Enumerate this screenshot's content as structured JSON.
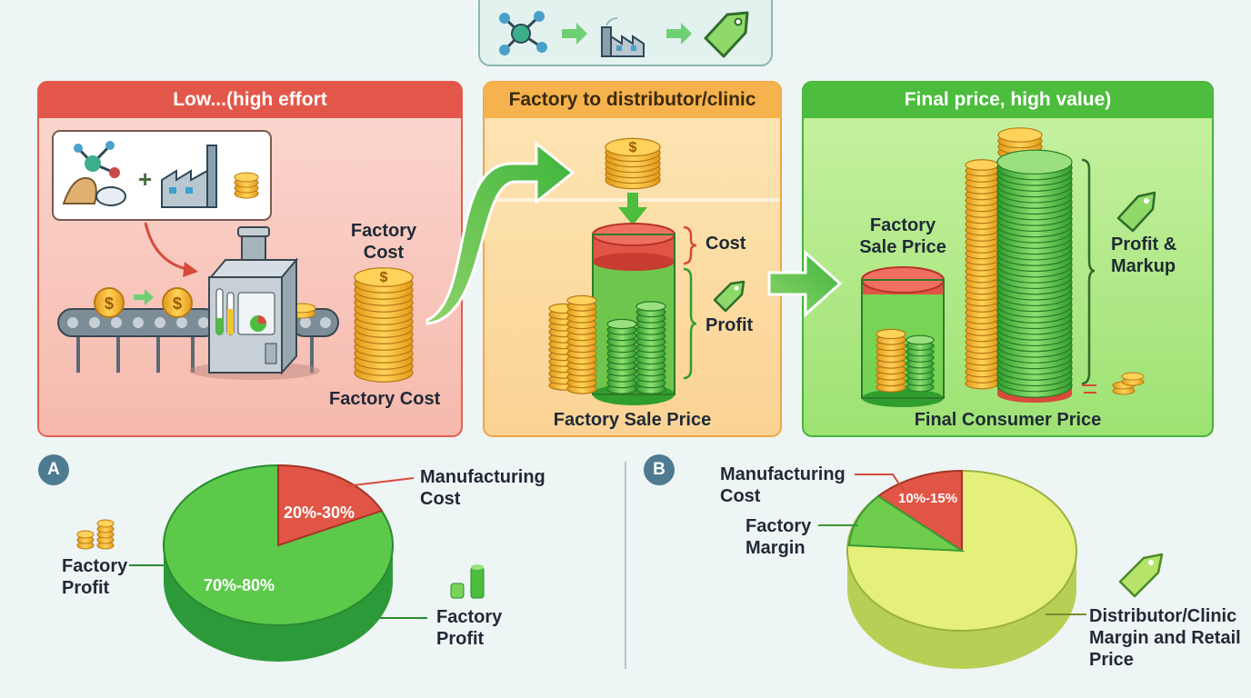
{
  "colors": {
    "red": "#e05545",
    "orange": "#f4b04a",
    "green": "#4cbd3c",
    "pale_yellow": "#eef58a",
    "text": "#1f2a36"
  },
  "panel1": {
    "title": "Low...(high effort",
    "label_top": "Factory Cost",
    "label_bottom": "Factory Cost",
    "coin_symbol": "$"
  },
  "panel2": {
    "title": "Factory to distributor/clinic",
    "label_cost": "Cost",
    "label_profit": "Profit",
    "label_bottom": "Factory Sale Price",
    "coin_symbol": "$"
  },
  "panel3": {
    "title": "Final price, high value)",
    "label_sale": "Factory Sale Price",
    "label_profit": "Profit & Markup",
    "label_bottom": "Final Consumer Price"
  },
  "pieA": {
    "badge": "A",
    "slice_label_small": "20%-30%",
    "slice_label_large": "70%-80%",
    "callout_cost": "Manufacturing Cost",
    "callout_profit_left": "Factory Profit",
    "callout_profit_right": "Factory Profit"
  },
  "pieB": {
    "badge": "B",
    "slice_label_small": "10%-15%",
    "callout_cost": "Manufacturing Cost",
    "callout_margin": "Factory Margin",
    "callout_retail": "Distributor/Clinic Margin and Retail Price"
  }
}
